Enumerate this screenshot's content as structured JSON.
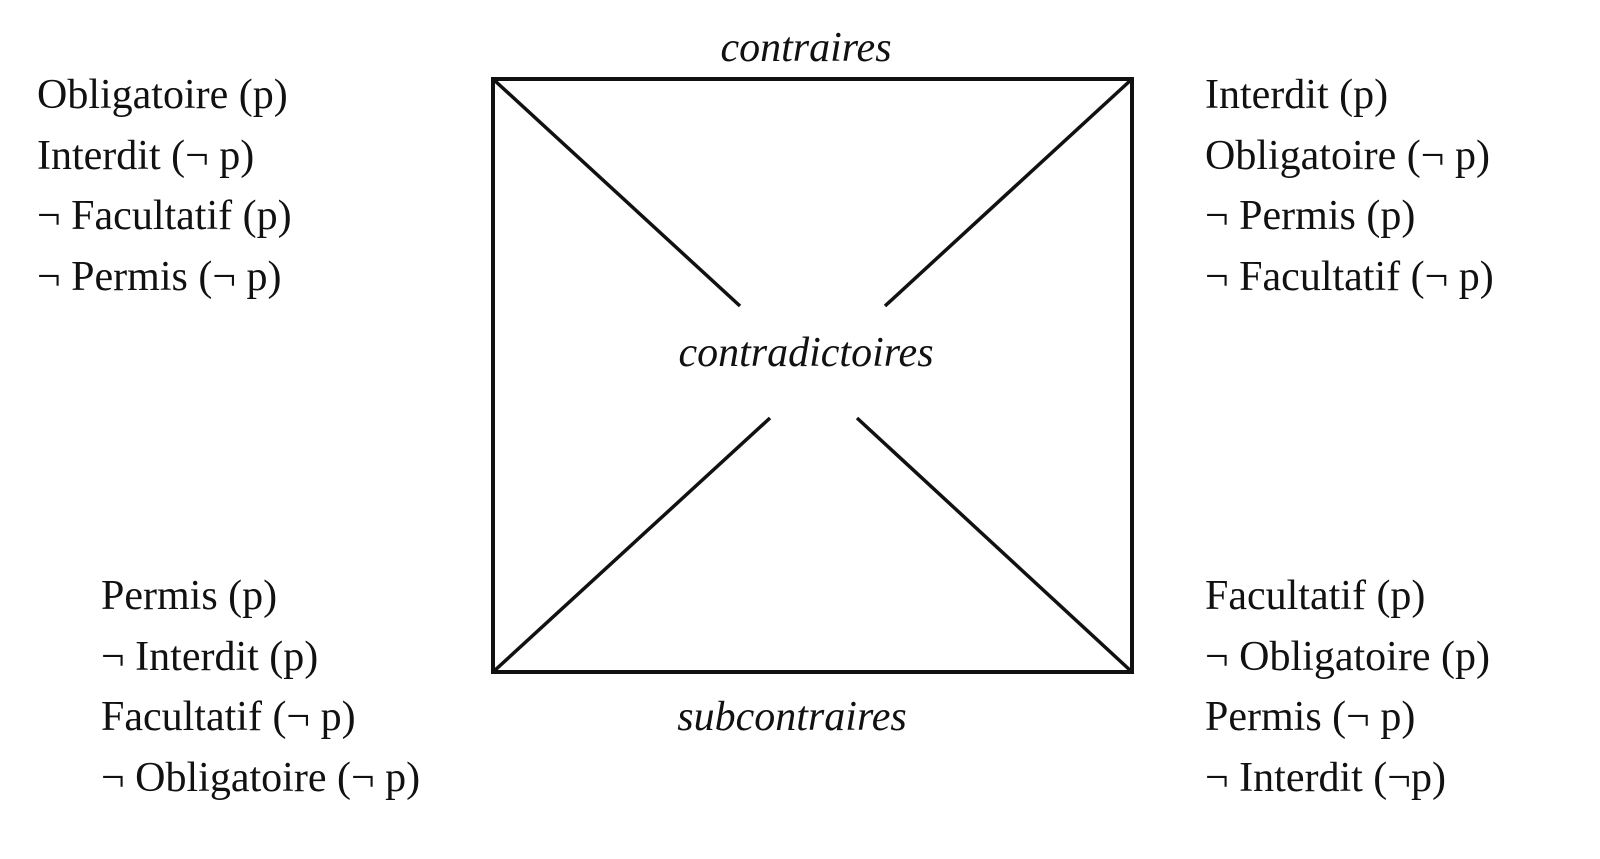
{
  "relations": {
    "top": "contraires",
    "center": "contradictoires",
    "bottom": "subcontraires"
  },
  "corners": {
    "top_left": [
      "Obligatoire (p)",
      "Interdit (¬ p)",
      "¬ Facultatif (p)",
      "¬ Permis (¬ p)"
    ],
    "top_right": [
      "Interdit (p)",
      "Obligatoire (¬ p)",
      "¬ Permis (p)",
      "¬ Facultatif (¬ p)"
    ],
    "bottom_left": [
      "Permis (p)",
      "¬ Interdit (p)",
      "Facultatif (¬ p)",
      "¬ Obligatoire (¬ p)"
    ],
    "bottom_right": [
      "Facultatif (p)",
      "¬ Obligatoire (p)",
      "Permis (¬ p)",
      "¬ Interdit (¬p)"
    ]
  }
}
